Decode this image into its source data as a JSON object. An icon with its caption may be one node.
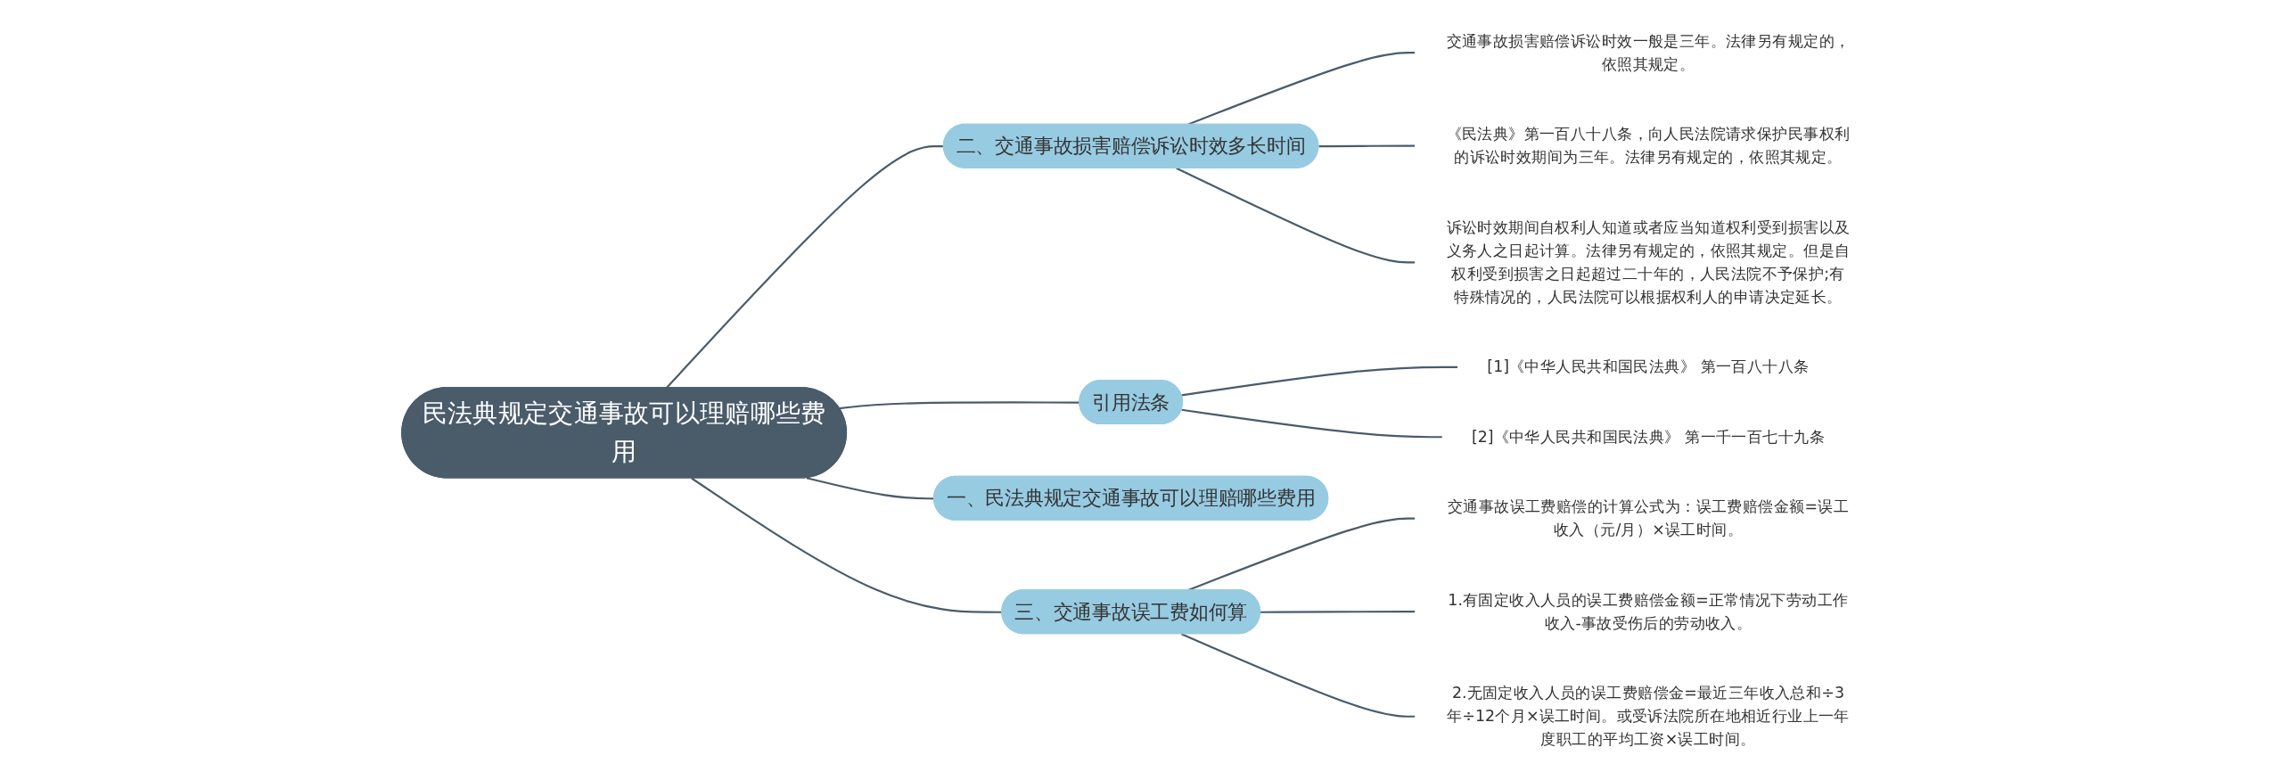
{
  "diagram": {
    "nodes": [
      {
        "text": [
          "民法典规定交通事故可以理赔哪些费用"
        ]
      },
      {
        "text": [
          "二、交通事故损害赔偿诉讼时效多长时间"
        ]
      },
      {
        "text": [
          "交通事故损害赔偿诉讼时效一般是三年。法律另有规定的，依照其规定。"
        ]
      },
      {
        "text": [
          "《民法典》第一百八十八条，向人民法院请求保护民事权利的诉讼时效期间为三年。法律另有规定的，依照其规定。"
        ]
      },
      {
        "text": [
          "诉讼时效期间自权利人知道或者应当知道权利受到损害以及义务人之日起计算。法律另有规定的，依照其规定。但是自权利受到损害之日起超过二十年的，人民法院不予保护;有特殊情况的，人民法院可以根据权利人的申请决定延长。"
        ]
      },
      {
        "text": [
          "引用法条"
        ]
      },
      {
        "text": [
          "[1]《中华人民共和国民法典》 第一百八十八条"
        ]
      },
      {
        "text": [
          "[2]《中华人民共和国民法典》 第一千一百七十九条"
        ]
      },
      {
        "text": [
          "一、民法典规定交通事故可以理赔哪些费用"
        ]
      },
      {
        "text": [
          "三、交通事故误工费如何算"
        ]
      },
      {
        "text": [
          "交通事故误工费赔偿的计算公式为：误工费赔偿金额=误工收入（元/月）×误工时间。"
        ]
      },
      {
        "text": [
          "1.有固定收入人员的误工费赔偿金额=正常情况下劳动工作收入-事故受伤后的劳动收入。"
        ]
      },
      {
        "text": [
          "2.无固定收入人员的误工费赔偿金=最近三年收入总和÷3年÷12个月×误工时间。或受诉法院所在地相近行业上一年度职工的平均工资×误工时间。"
        ]
      }
    ],
    "edges": [
      {
        "from": 0,
        "to": 1,
        "arrow": "none"
      },
      {
        "from": 1,
        "to": 2,
        "arrow": "none"
      },
      {
        "from": 1,
        "to": 3,
        "arrow": "none"
      },
      {
        "from": 1,
        "to": 4,
        "arrow": "none"
      },
      {
        "from": 0,
        "to": 5,
        "arrow": "none"
      },
      {
        "from": 5,
        "to": 6,
        "arrow": "none"
      },
      {
        "from": 5,
        "to": 7,
        "arrow": "none"
      },
      {
        "from": 0,
        "to": 8,
        "arrow": "none"
      },
      {
        "from": 0,
        "to": 9,
        "arrow": "none"
      },
      {
        "from": 9,
        "to": 10,
        "arrow": "none"
      },
      {
        "from": 9,
        "to": 11,
        "arrow": "none"
      },
      {
        "from": 9,
        "to": 12,
        "arrow": "none"
      }
    ]
  }
}
